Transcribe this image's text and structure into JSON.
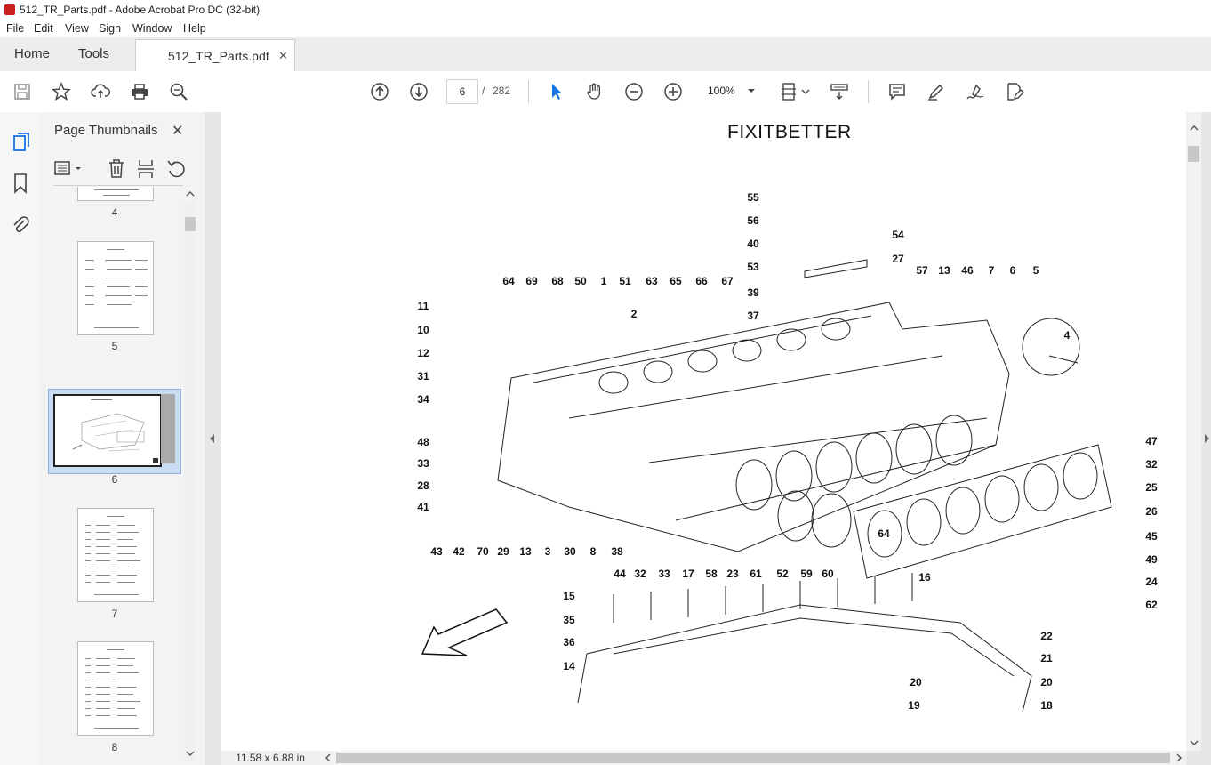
{
  "window": {
    "title": "512_TR_Parts.pdf - Adobe Acrobat Pro DC (32-bit)"
  },
  "menu": [
    "File",
    "Edit",
    "View",
    "Sign",
    "Window",
    "Help"
  ],
  "tabs": {
    "home": "Home",
    "tools": "Tools",
    "document": "512_TR_Parts.pdf",
    "close": "✕"
  },
  "toolbar": {
    "current_page": "6",
    "page_separator": "/",
    "total_pages": "282",
    "zoom": "100%"
  },
  "panel": {
    "title": "Page Thumbnails",
    "close": "✕"
  },
  "thumbnails": [
    {
      "label": "4"
    },
    {
      "label": "5"
    },
    {
      "label": "6",
      "selected": true
    },
    {
      "label": "7"
    },
    {
      "label": "8"
    }
  ],
  "document": {
    "heading": "FIXITBETTER",
    "callouts": [
      "55",
      "56",
      "54",
      "40",
      "27",
      "53",
      "57",
      "13",
      "46",
      "7",
      "6",
      "5",
      "39",
      "37",
      "64",
      "69",
      "68",
      "50",
      "1",
      "51",
      "63",
      "65",
      "66",
      "67",
      "11",
      "2",
      "10",
      "12",
      "4",
      "31",
      "34",
      "47",
      "48",
      "32",
      "25",
      "33",
      "26",
      "28",
      "45",
      "41",
      "49",
      "43",
      "42",
      "70",
      "29",
      "13",
      "3",
      "30",
      "8",
      "38",
      "44",
      "32",
      "33",
      "17",
      "58",
      "23",
      "61",
      "52",
      "59",
      "60",
      "64",
      "24",
      "62",
      "16",
      "15",
      "35",
      "22",
      "36",
      "21",
      "14",
      "20",
      "20",
      "19",
      "18"
    ]
  },
  "status": {
    "page_size": "11.58 x 6.88 in"
  },
  "colors": {
    "accent": "#1473e6",
    "tab_bg": "#ececec",
    "selected_thumb": "#c9dcf4"
  }
}
